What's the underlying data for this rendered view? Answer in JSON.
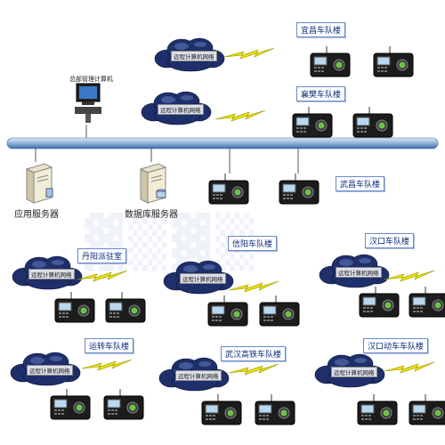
{
  "top": {
    "admin_label": "总部管理计算机",
    "network_label": "远程计算机网络"
  },
  "groups": [
    {
      "id": "yichang",
      "label": "宜昌车队楼"
    },
    {
      "id": "xiangfan",
      "label": "襄樊车队楼"
    },
    {
      "id": "wuchang",
      "label": "武昌车队楼"
    },
    {
      "id": "danyang",
      "label": "丹阳派驻室"
    },
    {
      "id": "xinyang",
      "label": "信阳车队楼"
    },
    {
      "id": "hankou",
      "label": "汉口车队楼"
    },
    {
      "id": "yunzhuan",
      "label": "运转车队楼"
    },
    {
      "id": "wuhan_gaotie",
      "label": "武汉高铁车队楼"
    },
    {
      "id": "hankou_dongche",
      "label": "汉口动车车队楼"
    }
  ],
  "servers": {
    "app_label": "应用服务器",
    "db_label": "数据库服务器"
  },
  "colors": {
    "bus": "#8fb3d9",
    "bus_dark": "#3a6aa6",
    "cloud": "#1f2f6a",
    "bolt": "#e8e000",
    "label_text": "#0a2a7a"
  },
  "icons": {
    "terminal": "attendance-terminal-icon",
    "cloud": "network-cloud-icon",
    "bolt": "lightning-bolt-icon",
    "computer": "admin-computer-icon",
    "server": "server-icon"
  }
}
